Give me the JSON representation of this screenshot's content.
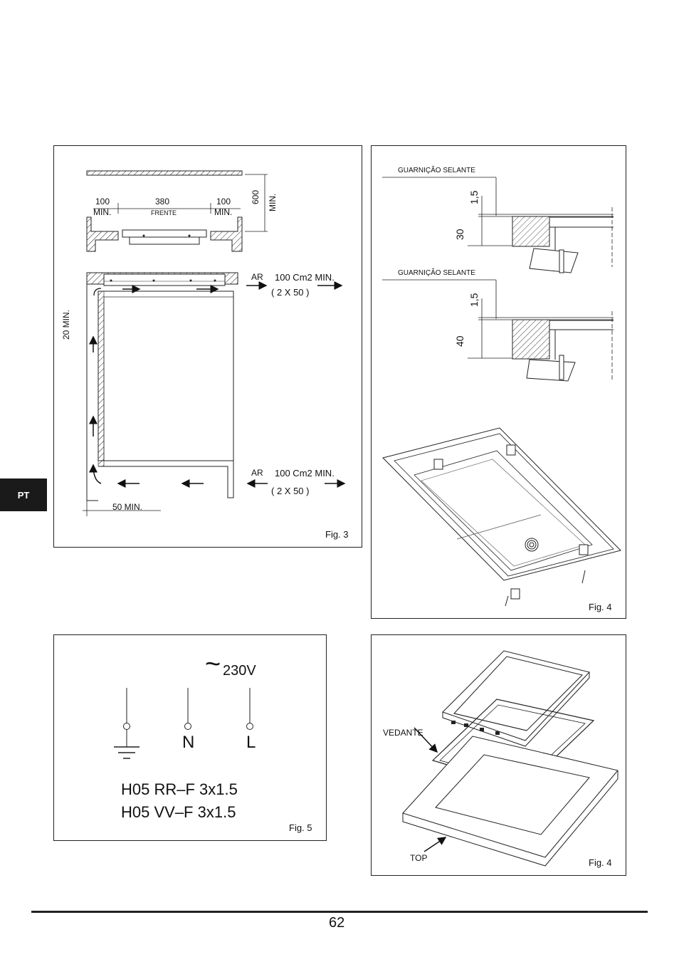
{
  "language_tab": "PT",
  "page_number": "62",
  "fig3": {
    "caption": "Fig. 3",
    "dims": {
      "left_min_value": "100",
      "left_min_label": "MIN.",
      "center_value": "380",
      "center_label": "FRENTE",
      "right_min_value": "100",
      "right_min_label": "MIN.",
      "height_value": "600",
      "height_label": "MIN.",
      "side_gap": "20  MIN.",
      "bottom_gap": "50  MIN."
    },
    "vent_top": {
      "ar": "AR",
      "area": "100 Cm2  MIN.",
      "split": "( 2 X 50 )"
    },
    "vent_bottom": {
      "ar": "AR",
      "area": "100 Cm2  MIN.",
      "split": "( 2 X 50 )"
    }
  },
  "fig4_section": {
    "caption": "Fig. 4",
    "top_detail": {
      "seal_label": "GUARNIÇÃO SELANTE",
      "gap": "1,5",
      "thickness": "30"
    },
    "bottom_detail": {
      "seal_label": "GUARNIÇÃO SELANTE",
      "gap": "1,5",
      "thickness": "40"
    }
  },
  "fig5": {
    "caption": "Fig. 5",
    "voltage_symbol": "~",
    "voltage": "230V",
    "terminal_n": "N",
    "terminal_l": "L",
    "cable_1": "H05  RR–F  3x1.5",
    "cable_2": "H05  VV–F  3x1.5"
  },
  "fig4_exploded": {
    "caption": "Fig. 4",
    "seal_label": "VEDANTE",
    "top_label": "TOP"
  }
}
